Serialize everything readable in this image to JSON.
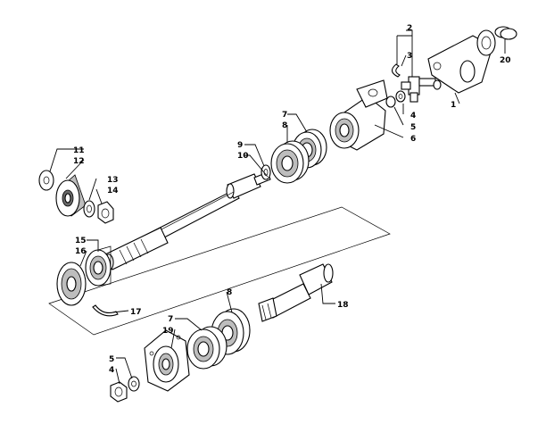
{
  "labels": {
    "l1": "1",
    "l2": "2",
    "l3": "3",
    "l4a": "4",
    "l5a": "5",
    "l6": "6",
    "l7a": "7",
    "l8a": "8",
    "l9": "9",
    "l10": "10",
    "l11": "11",
    "l12": "12",
    "l13": "13",
    "l14": "14",
    "l15": "15",
    "l16": "16",
    "l17": "17",
    "l18": "18",
    "l20": "20",
    "l8b": "8",
    "l7b": "7",
    "l19": "19",
    "l5b": "5",
    "l4b": "4"
  },
  "colors": {
    "ink": "#000000",
    "shade": "#bdbdbd",
    "dark": "#6a6a6a"
  }
}
